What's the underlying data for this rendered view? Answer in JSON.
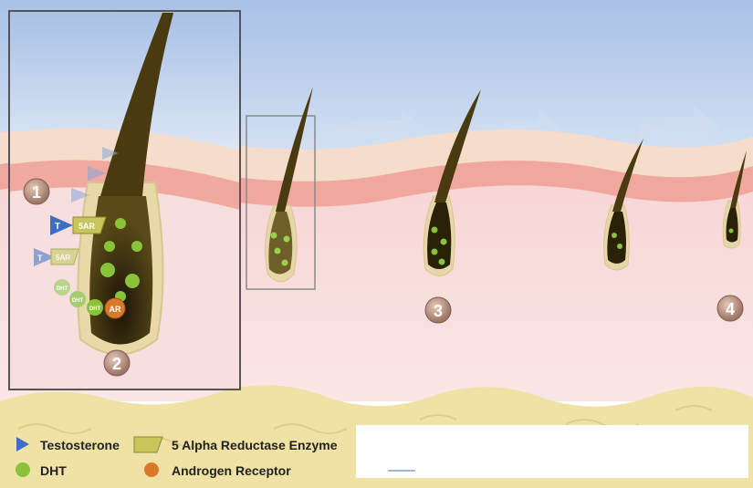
{
  "diagram": {
    "step_numbers": [
      "1",
      "2",
      "3",
      "4"
    ],
    "molecule_labels": {
      "testosterone": "T",
      "enzyme": "5AR",
      "dht": "DHT",
      "androgen_receptor": "AR"
    }
  },
  "legend": {
    "items": [
      {
        "icon": "testosterone-icon",
        "label": "Testosterone"
      },
      {
        "icon": "enzyme-icon",
        "label": "5 Alpha Reductase Enzyme"
      },
      {
        "icon": "dht-icon",
        "label": "DHT"
      },
      {
        "icon": "androgen-receptor-icon",
        "label": "Androgen Receptor"
      }
    ]
  },
  "colors": {
    "sky": "#bcd0ec",
    "skin_top": "#f4d6c4",
    "skin_band": "#eea79a",
    "dermis": "#f7dada",
    "fat": "#efe3a8",
    "hair": "#4a3a10",
    "follicle": "#e9d8a8",
    "dht_green": "#8ac23a",
    "ar_orange": "#d87a2a",
    "testosterone_blue": "#3a6fc4"
  }
}
